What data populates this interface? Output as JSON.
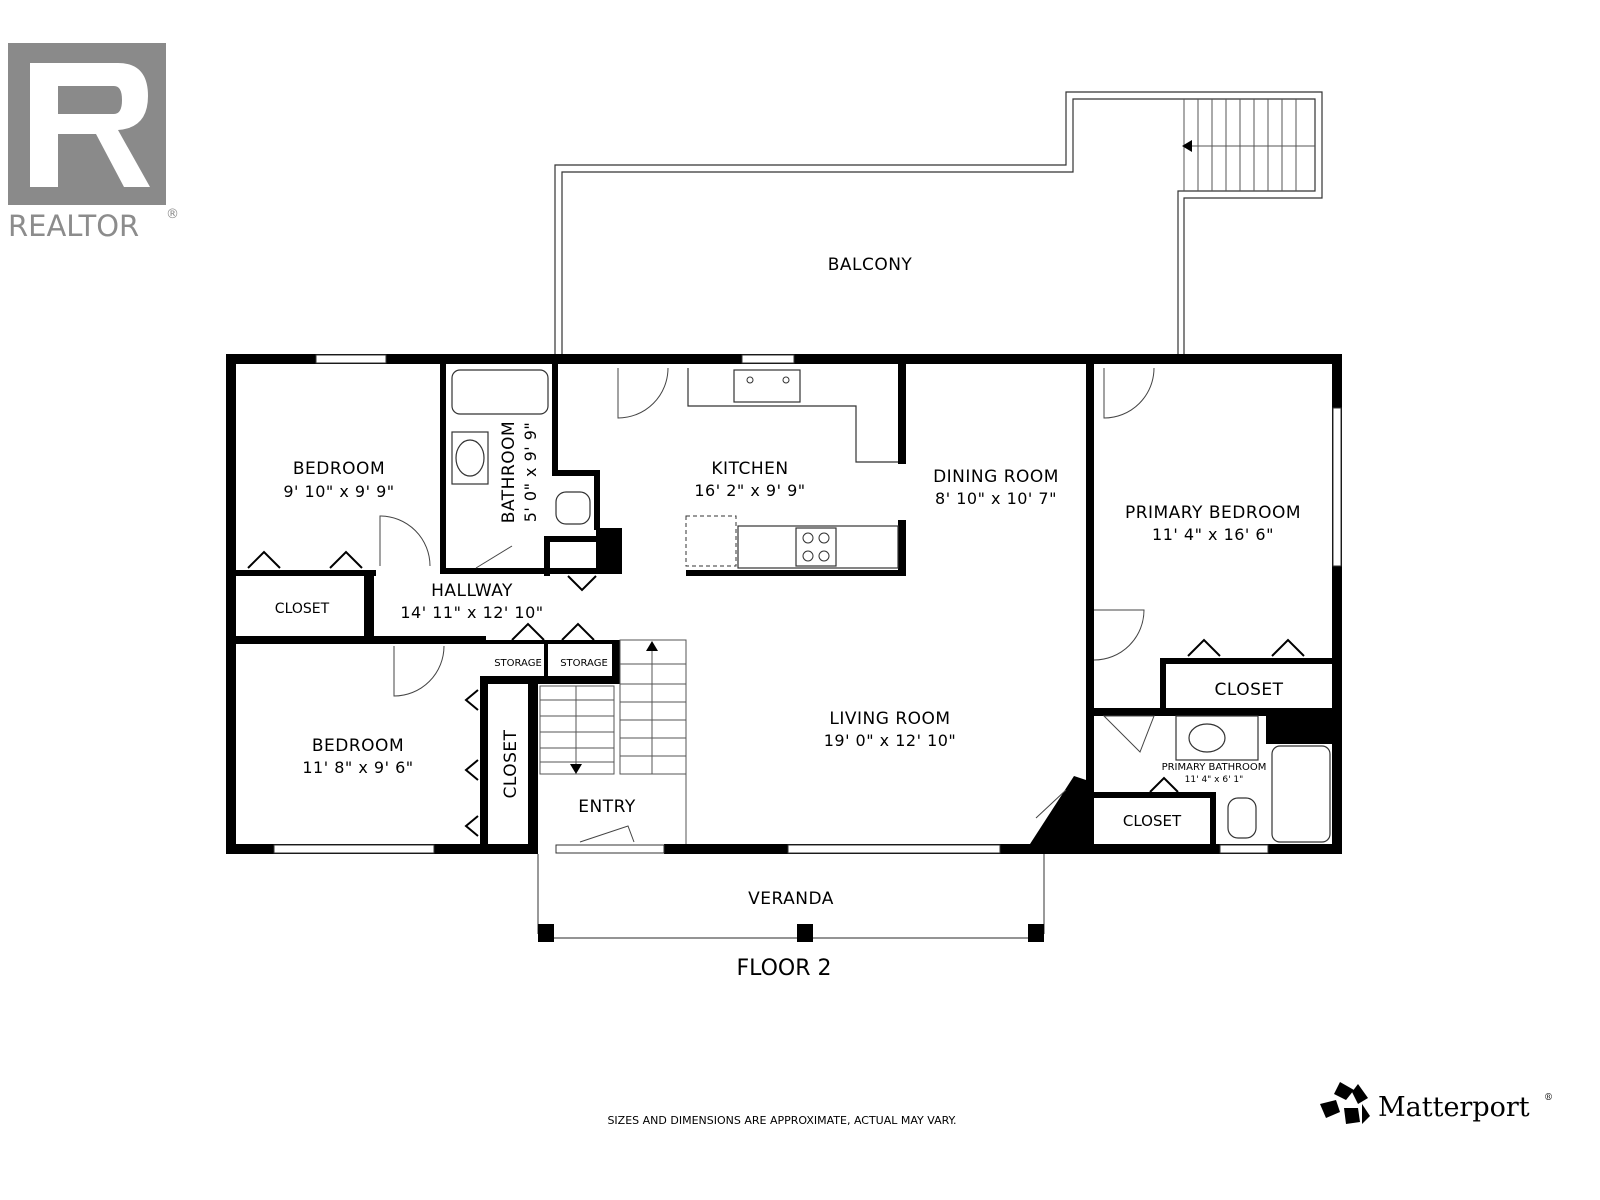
{
  "brand": {
    "realtor": "REALTOR",
    "realtor_mark": "®",
    "matterport": "Matterport",
    "matterport_mark": "®"
  },
  "floor_title": "FLOOR 2",
  "disclaimer": "SIZES AND DIMENSIONS ARE APPROXIMATE, ACTUAL MAY VARY.",
  "rooms": {
    "balcony": "BALCONY",
    "bedroom_1": {
      "name": "BEDROOM",
      "dims": "9' 10\" x 9' 9\""
    },
    "bathroom": {
      "name": "BATHROOM",
      "dims": "5' 0\" x 9' 9\""
    },
    "kitchen": {
      "name": "KITCHEN",
      "dims": "16' 2\" x 9' 9\""
    },
    "dining": {
      "name": "DINING ROOM",
      "dims": "8' 10\" x 10' 7\""
    },
    "primary_bedroom": {
      "name": "PRIMARY BEDROOM",
      "dims": "11' 4\" x 16' 6\""
    },
    "closet_left": "CLOSET",
    "hallway": {
      "name": "HALLWAY",
      "dims": "14' 11\" x 12' 10\""
    },
    "storage_1": "STORAGE",
    "storage_2": "STORAGE",
    "closet_primary": "CLOSET",
    "living": {
      "name": "LIVING ROOM",
      "dims": "19' 0\" x 12' 10\""
    },
    "primary_bath": {
      "name": "PRIMARY BATHROOM",
      "dims": "11' 4\" x 6' 1\""
    },
    "bedroom_2": {
      "name": "BEDROOM",
      "dims": "11' 8\" x 9' 6\""
    },
    "closet_vertical": "CLOSET",
    "entry": "ENTRY",
    "closet_bath": "CLOSET",
    "veranda": "VERANDA"
  }
}
